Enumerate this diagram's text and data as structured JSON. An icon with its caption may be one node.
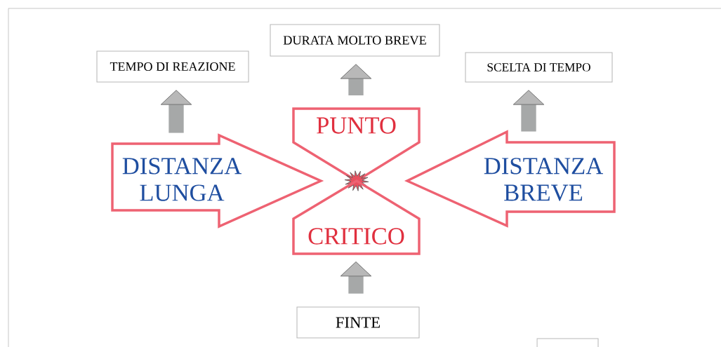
{
  "diagram": {
    "nodes": [
      {
        "text": [
          "TEMPO DI REAZIONE"
        ]
      },
      {
        "text": [
          "DURATA MOLTO BREVE"
        ]
      },
      {
        "text": [
          "SCELTA DI TEMPO"
        ]
      },
      {
        "text": [
          "DISTANZA LUNGA"
        ]
      },
      {
        "text": [
          "PUNTO"
        ]
      },
      {
        "text": [],
        "shape": "star"
      },
      {
        "text": [
          "DISTANZA BREVE"
        ]
      },
      {
        "text": [
          "CRITICO"
        ]
      },
      {
        "text": [
          "FINTE"
        ]
      },
      {
        "text": [],
        "shape": "box"
      }
    ],
    "edges": [
      {
        "from": 3,
        "to": 0,
        "arrow": "to"
      },
      {
        "from": 4,
        "to": 1,
        "arrow": "to"
      },
      {
        "from": 6,
        "to": 2,
        "arrow": "to"
      },
      {
        "from": 8,
        "to": 7,
        "arrow": "to"
      }
    ]
  }
}
